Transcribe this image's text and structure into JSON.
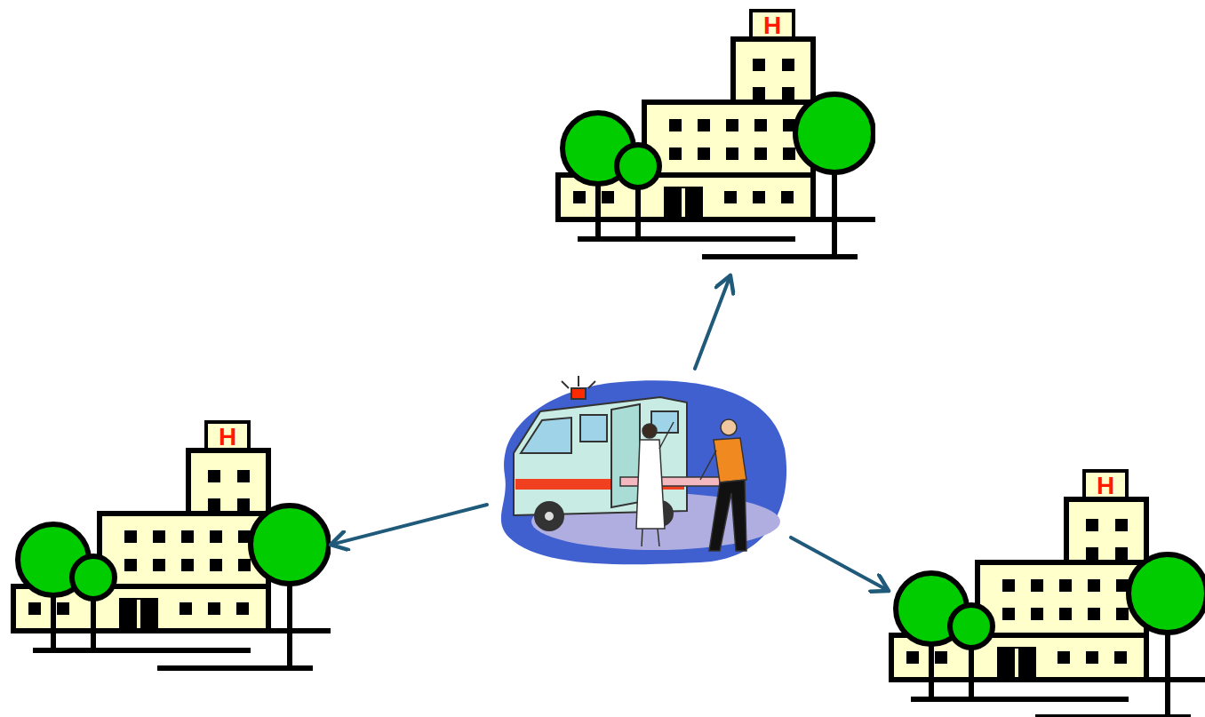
{
  "diagram": {
    "nodes": [
      {
        "text": [
          "H"
        ]
      },
      {
        "text": []
      },
      {
        "text": [
          "H"
        ]
      },
      {
        "text": [
          "H"
        ]
      }
    ],
    "edges": [
      {
        "from": 1,
        "to": 0,
        "arrow": "to"
      },
      {
        "from": 1,
        "to": 2,
        "arrow": "to"
      },
      {
        "from": 1,
        "to": 3,
        "arrow": "to"
      }
    ]
  }
}
